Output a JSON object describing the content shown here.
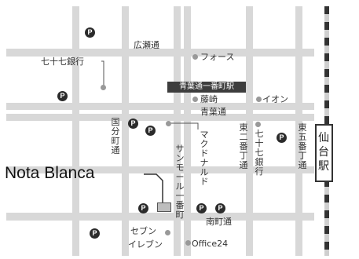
{
  "map": {
    "colors": {
      "road": "#d8d8d8",
      "railway_dark": "#333333",
      "parking": "#2b2b2b",
      "landmark_dot": "#999999"
    },
    "parking_symbol": "P",
    "highlight": {
      "name": "Nota Blanca",
      "banner": "青葉通一番町駅"
    },
    "streets": {
      "hirose": "広瀬通",
      "aoba": "青葉通",
      "minamimachi": "南町通",
      "kokubuncho": "国\n分\n町\n通",
      "sunmall": "サ\nン\nモ\nー\nル\n一\n番\n町",
      "higashi2": "東\n二\n番\n丁\n通",
      "higashi5": "東\n五\n番\n丁\n通"
    },
    "landmarks": {
      "bank77_west": "七十七銀行",
      "force": "フォース",
      "fujisaki": "藤崎",
      "aeon": "イオン",
      "mcdonalds": "マ\nク\nド\nナ\nル\nド",
      "bank77_east": "七\n十\n七\n銀\n行",
      "seven_line1": "セブン",
      "seven_line2": "イレブン",
      "office24": "Office24"
    },
    "station": "仙\n台\n駅"
  }
}
